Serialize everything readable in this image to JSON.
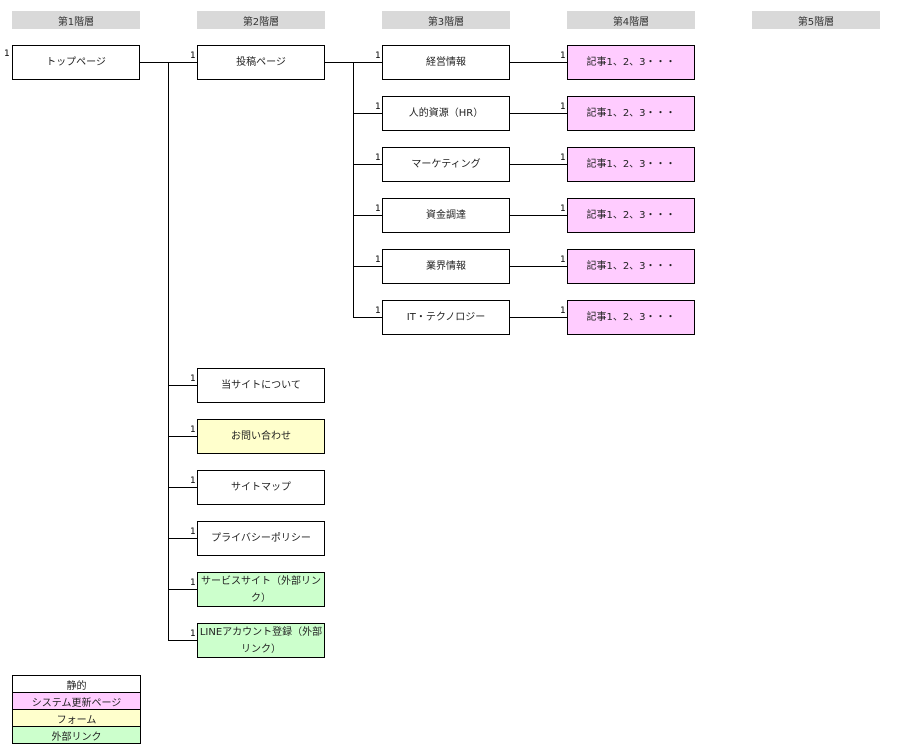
{
  "levels": [
    "第1階層",
    "第2階層",
    "第3階層",
    "第4階層",
    "第5階層"
  ],
  "cardinality": "1",
  "top": "トップページ",
  "post": "投稿ページ",
  "categories": [
    "経営情報",
    "人的資源（HR）",
    "マーケティング",
    "資金調達",
    "業界情報",
    "IT・テクノロジー"
  ],
  "article": "記事1、2、3・・・",
  "pages": [
    "当サイトについて",
    "お問い合わせ",
    "サイトマップ",
    "プライバシーポリシー",
    "サービスサイト（外部リンク）",
    "LINEアカウント登録（外部リンク）"
  ],
  "legend": [
    "静的",
    "システム更新ページ",
    "フォーム",
    "外部リンク"
  ],
  "colors": {
    "static": "#ffffff",
    "system": "#ffccff",
    "form": "#ffffcc",
    "external": "#ccffcc",
    "header": "#d9d9d9"
  }
}
